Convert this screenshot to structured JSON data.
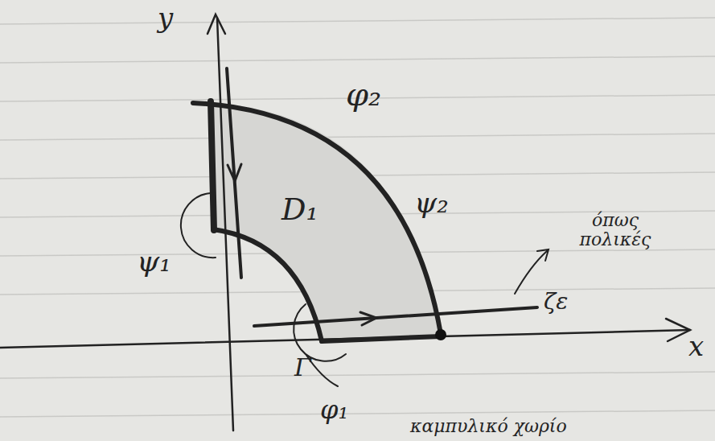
{
  "diagram": {
    "labels": [
      "y",
      "x",
      "φ₂",
      "ψ₂",
      "D₁",
      "ψ₁",
      "Γ",
      "φ₁",
      "ζε",
      "όπως πολικές",
      "καμπυλικό χωρίο"
    ]
  }
}
